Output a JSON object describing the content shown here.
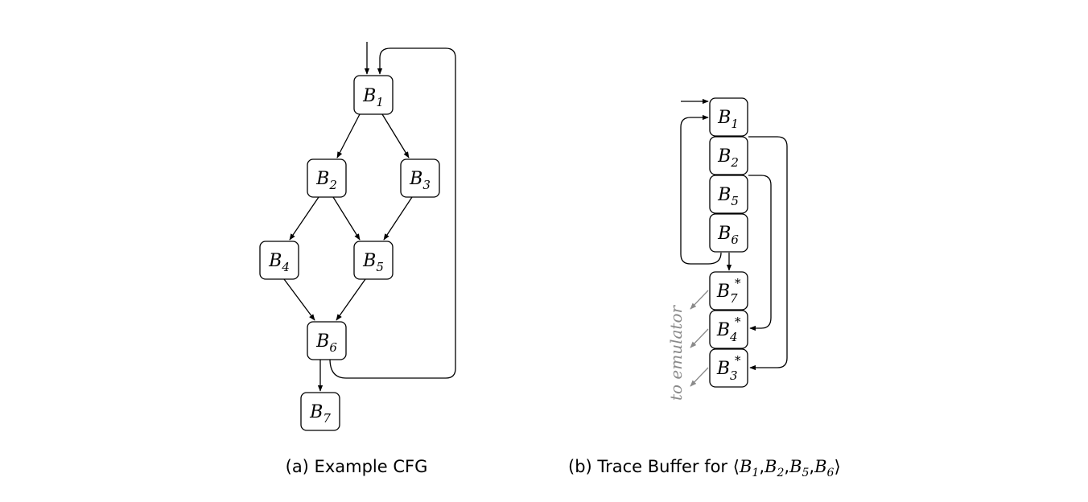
{
  "cfg": {
    "nodes": [
      {
        "base": "B",
        "sub": "1"
      },
      {
        "base": "B",
        "sub": "2"
      },
      {
        "base": "B",
        "sub": "3"
      },
      {
        "base": "B",
        "sub": "4"
      },
      {
        "base": "B",
        "sub": "5"
      },
      {
        "base": "B",
        "sub": "6"
      },
      {
        "base": "B",
        "sub": "7"
      }
    ],
    "caption": "(a) Example CFG"
  },
  "trace": {
    "nodes": [
      {
        "base": "B",
        "sub": "1",
        "sup": ""
      },
      {
        "base": "B",
        "sub": "2",
        "sup": ""
      },
      {
        "base": "B",
        "sub": "5",
        "sup": ""
      },
      {
        "base": "B",
        "sub": "6",
        "sup": ""
      },
      {
        "base": "B",
        "sub": "7",
        "sup": "*"
      },
      {
        "base": "B",
        "sub": "4",
        "sup": "*"
      },
      {
        "base": "B",
        "sub": "3",
        "sup": "*"
      }
    ],
    "emulator_label": "to emulator",
    "caption_prefix": "(b) Trace Buffer for",
    "caption_open": "⟨",
    "caption_close": "⟩",
    "caption_sep": ",",
    "caption_items": [
      {
        "base": "B",
        "sub": "1"
      },
      {
        "base": "B",
        "sub": "2"
      },
      {
        "base": "B",
        "sub": "5"
      },
      {
        "base": "B",
        "sub": "6"
      }
    ]
  }
}
